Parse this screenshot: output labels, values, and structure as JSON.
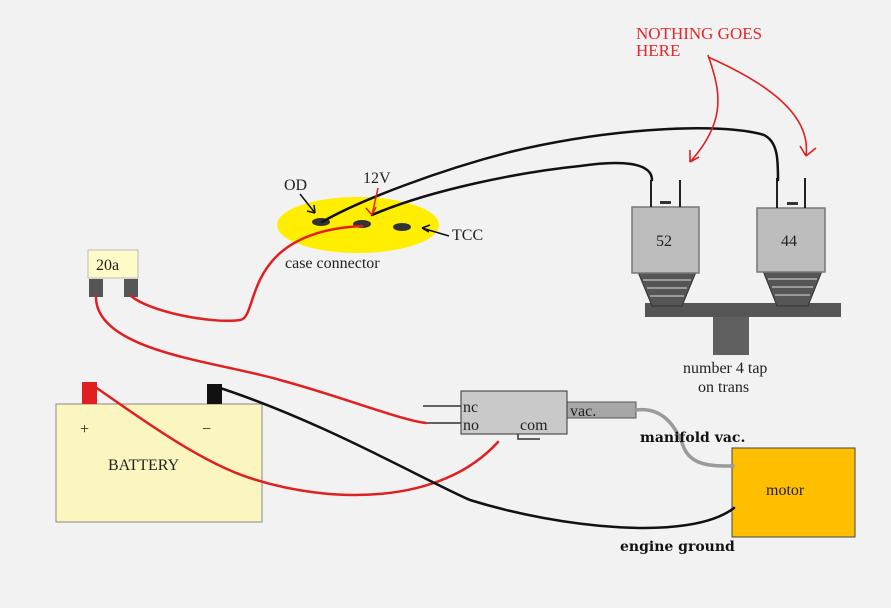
{
  "annotation": {
    "line1": "NOTHING GOES",
    "line2": "HERE"
  },
  "case_connector": {
    "label": "case connector",
    "pin_od": "OD",
    "pin_12v": "12V",
    "pin_tcc": "TCC"
  },
  "fuse": {
    "label": "20a"
  },
  "switches": {
    "left_label": "52",
    "right_label": "44"
  },
  "tap": {
    "line1": "number 4 tap",
    "line2": "on trans"
  },
  "battery": {
    "label": "BATTERY",
    "plus": "+",
    "minus": "−"
  },
  "vacuum_switch": {
    "nc": "nc",
    "no": "no",
    "com": "com",
    "vac": "vac."
  },
  "manifold": {
    "label": "manifold vac."
  },
  "motor": {
    "label": "motor"
  },
  "ground": {
    "label": "engine ground"
  },
  "colors": {
    "annotation": "#e8262b",
    "wire_red": "#e02020",
    "wire_black": "#111111",
    "connector": "#ffee00",
    "battery": "#fbf6c0",
    "motor": "#ffbf00"
  }
}
